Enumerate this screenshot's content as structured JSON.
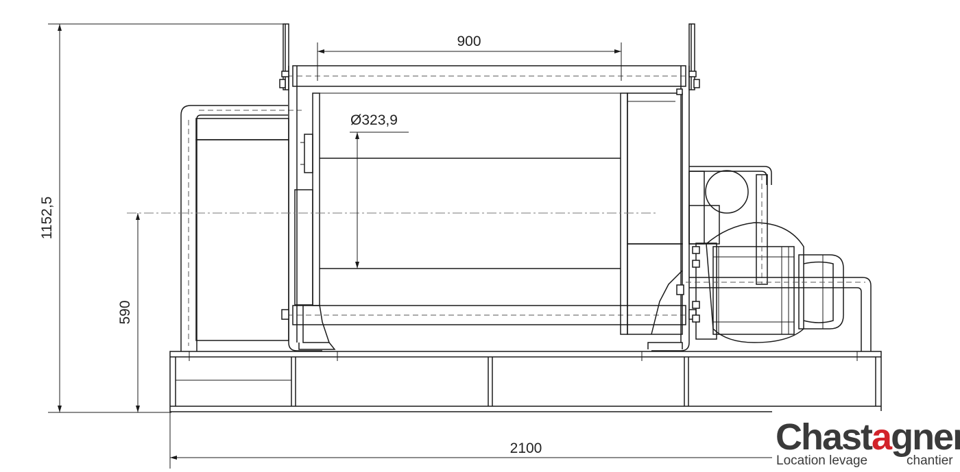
{
  "dimensions": {
    "drum_length": "900",
    "drum_diameter": "Ø323,9",
    "total_height": "1152,5",
    "axis_height": "590",
    "total_length": "2100"
  },
  "logo": {
    "part1": "Chas",
    "part2": "t",
    "part3": "a",
    "part4": "gner",
    "tagline_left": "Location levage",
    "tagline_right": "chantier",
    "accent_color": "#d2232a",
    "text_color": "#3a3a3a"
  }
}
